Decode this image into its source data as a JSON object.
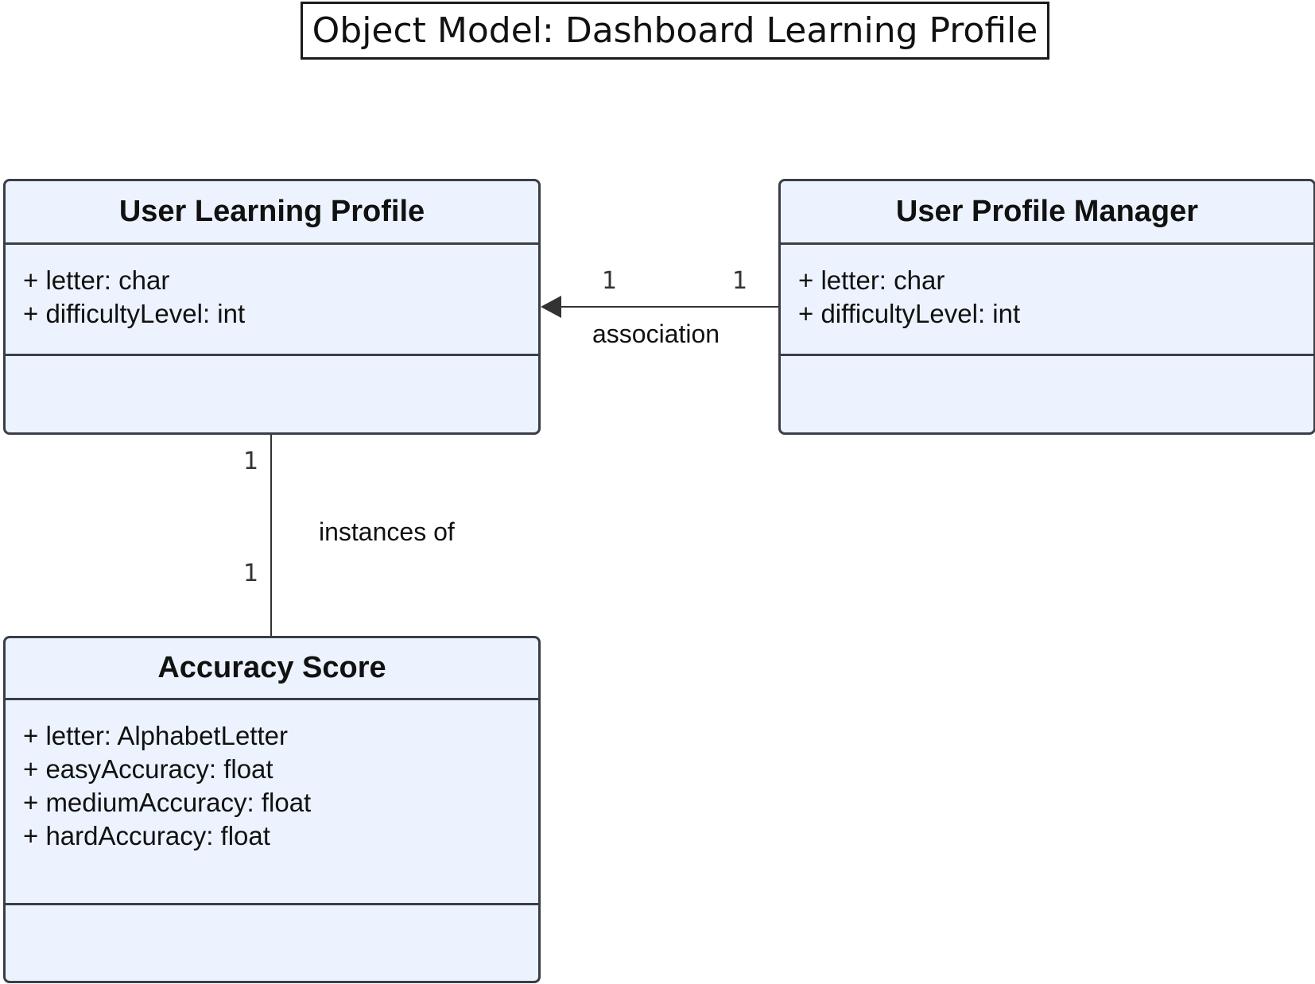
{
  "title": "Object Model: Dashboard Learning Profile",
  "classes": {
    "user_learning_profile": {
      "name": "User Learning Profile",
      "attributes": [
        "+ letter: char",
        "+ difficultyLevel: int"
      ]
    },
    "user_profile_manager": {
      "name": "User Profile Manager",
      "attributes": [
        "+ letter: char",
        "+ difficultyLevel: int"
      ]
    },
    "accuracy_score": {
      "name": "Accuracy Score",
      "attributes": [
        "+ letter: AlphabetLetter",
        "+ easyAccuracy: float",
        "+ mediumAccuracy: float",
        "+ hardAccuracy: float"
      ]
    }
  },
  "relations": {
    "association": {
      "label": "association",
      "source_multiplicity": "1",
      "target_multiplicity": "1"
    },
    "instances_of": {
      "label": "instances of",
      "source_multiplicity": "1",
      "target_multiplicity": "1"
    }
  },
  "colors": {
    "box_fill": "#ecf3fe",
    "box_stroke": "#3a3f47",
    "edge": "#333333"
  }
}
